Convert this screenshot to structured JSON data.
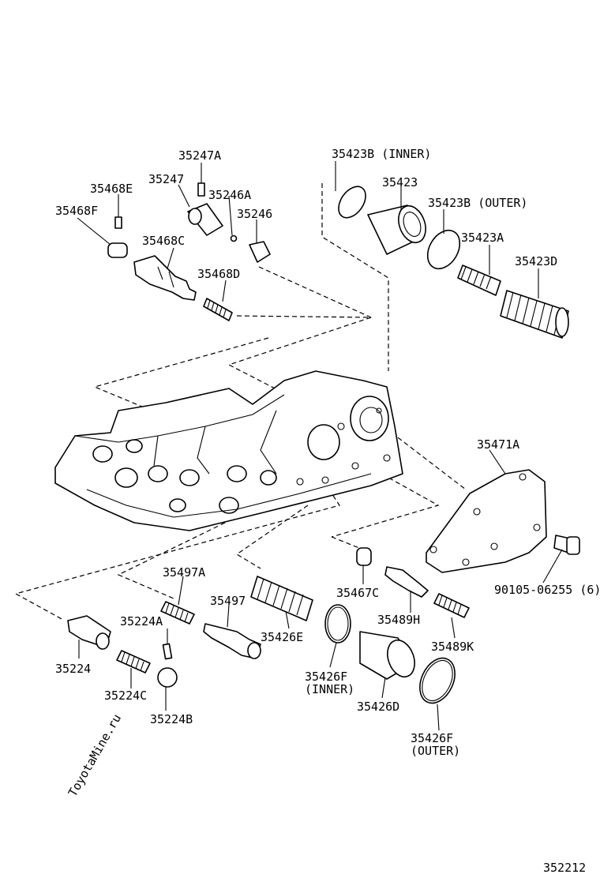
{
  "watermark": "ToyotaMine.ru",
  "diagram_id": "352212",
  "labels": {
    "p35247A": "35247A",
    "p35247": "35247",
    "p35246A": "35246A",
    "p35246": "35246",
    "p35468E": "35468E",
    "p35468F": "35468F",
    "p35468C": "35468C",
    "p35468D": "35468D",
    "p35423B_inner": "35423B (INNER)",
    "p35423": "35423",
    "p35423B_outer": "35423B (OUTER)",
    "p35423A": "35423A",
    "p35423D": "35423D",
    "p35471A": "35471A",
    "p90105": "90105-06255 (6)",
    "p35497A": "35497A",
    "p35497": "35497",
    "p35224A": "35224A",
    "p35224": "35224",
    "p35224C": "35224C",
    "p35224B": "35224B",
    "p35426E": "35426E",
    "p35426F_inner_1": "35426F",
    "p35426F_inner_2": "(INNER)",
    "p35426D": "35426D",
    "p35426F_outer_1": "35426F",
    "p35426F_outer_2": "(OUTER)",
    "p35467C": "35467C",
    "p35489H": "35489H",
    "p35489K": "35489K"
  }
}
